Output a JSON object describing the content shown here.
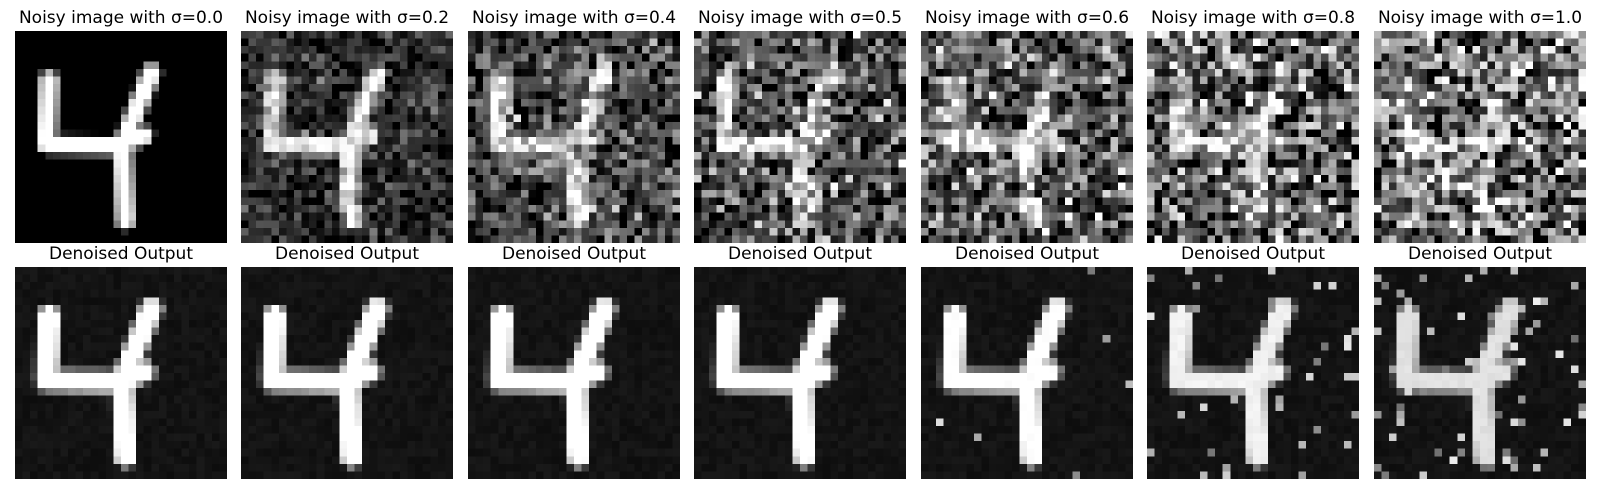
{
  "rows": [
    {
      "row_name": "noisy",
      "panels": [
        {
          "title": "Noisy image with σ=0.0",
          "sigma": 0.0
        },
        {
          "title": "Noisy image with σ=0.2",
          "sigma": 0.2
        },
        {
          "title": "Noisy image with σ=0.4",
          "sigma": 0.4
        },
        {
          "title": "Noisy image with σ=0.5",
          "sigma": 0.5
        },
        {
          "title": "Noisy image with σ=0.6",
          "sigma": 0.6
        },
        {
          "title": "Noisy image with σ=0.8",
          "sigma": 0.8
        },
        {
          "title": "Noisy image with σ=1.0",
          "sigma": 1.0
        }
      ]
    },
    {
      "row_name": "denoised",
      "panels": [
        {
          "title": "Denoised Output",
          "sigma": 0.0
        },
        {
          "title": "Denoised Output",
          "sigma": 0.2
        },
        {
          "title": "Denoised Output",
          "sigma": 0.4
        },
        {
          "title": "Denoised Output",
          "sigma": 0.5
        },
        {
          "title": "Denoised Output",
          "sigma": 0.6
        },
        {
          "title": "Denoised Output",
          "sigma": 0.8
        },
        {
          "title": "Denoised Output",
          "sigma": 1.0
        }
      ]
    }
  ]
}
